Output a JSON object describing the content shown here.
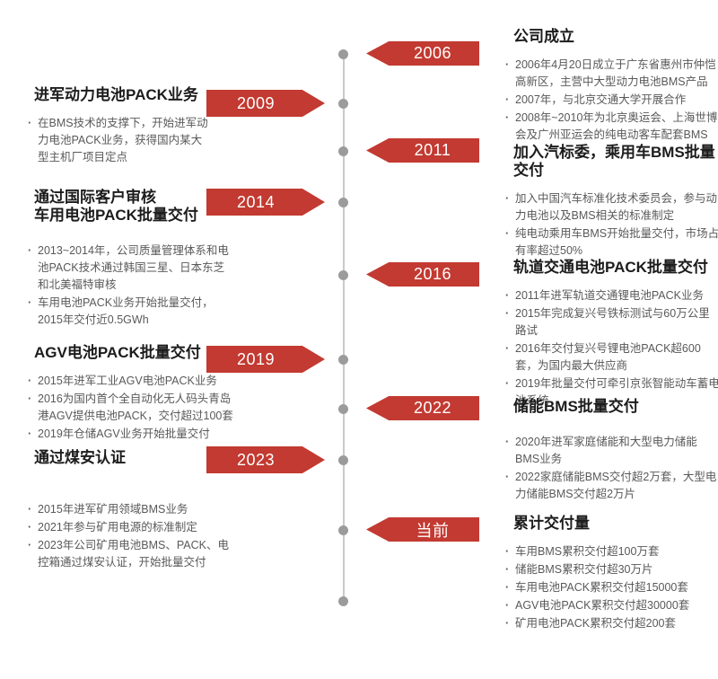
{
  "colors": {
    "accent_red": "#c23a31",
    "timeline_line": "#c9c9c9",
    "timeline_dot": "#9b9b9b",
    "title_text": "#1c1c1c",
    "body_text": "#595959",
    "year_text": "#ffffff"
  },
  "timeline": {
    "milestones": [
      {
        "year": "2006",
        "side": "right",
        "title": "公司成立",
        "bullets": [
          "2006年4月20日成立于广东省惠州市仲恺高新区，主营中大型动力电池BMS产品",
          "2007年，与北京交通大学开展合作",
          "2008年~2010年为北京奥运会、上海世博会及广州亚运会的纯电动客车配套BMS"
        ]
      },
      {
        "year": "2009",
        "side": "left",
        "title": "进军动力电池PACK业务",
        "bullets": [
          "在BMS技术的支撑下，开始进军动力电池PACK业务，获得国内某大型主机厂项目定点"
        ]
      },
      {
        "year": "2011",
        "side": "right",
        "title": "加入汽标委，乘用车BMS批量交付",
        "bullets": [
          "加入中国汽车标准化技术委员会，参与动力电池以及BMS相关的标准制定",
          "纯电动乘用车BMS开始批量交付，市场占有率超过50%"
        ]
      },
      {
        "year": "2014",
        "side": "left",
        "title": "通过国际客户审核\n车用电池PACK批量交付",
        "bullets": [
          "2013~2014年，公司质量管理体系和电池PACK技术通过韩国三星、日本东芝和北美福特审核",
          "车用电池PACK业务开始批量交付，2015年交付近0.5GWh"
        ]
      },
      {
        "year": "2016",
        "side": "right",
        "title": "轨道交通电池PACK批量交付",
        "bullets": [
          "2011年进军轨道交通锂电池PACK业务",
          "2015年完成复兴号铁标测试与60万公里路试",
          "2016年交付复兴号锂电池PACK超600套，为国内最大供应商",
          "2019年批量交付可牵引京张智能动车蓄电池系统"
        ]
      },
      {
        "year": "2019",
        "side": "left",
        "title": "AGV电池PACK批量交付",
        "bullets": [
          "2015年进军工业AGV电池PACK业务",
          "2016为国内首个全自动化无人码头青岛港AGV提供电池PACK，交付超过100套",
          "2019年仓储AGV业务开始批量交付"
        ]
      },
      {
        "year": "2022",
        "side": "right",
        "title": "储能BMS批量交付",
        "bullets": [
          "2020年进军家庭储能和大型电力储能BMS业务",
          "2022家庭储能BMS交付超2万套，大型电力储能BMS交付超2万片"
        ]
      },
      {
        "year": "2023",
        "side": "left",
        "title": "通过煤安认证",
        "bullets": [
          "2015年进军矿用领域BMS业务",
          "2021年参与矿用电源的标准制定",
          "2023年公司矿用电池BMS、PACK、电控箱通过煤安认证，开始批量交付"
        ]
      },
      {
        "year": "当前",
        "side": "right",
        "title": "累计交付量",
        "bullets": [
          "车用BMS累积交付超100万套",
          "储能BMS累积交付超30万片",
          "车用电池PACK累积交付超15000套",
          "AGV电池PACK累积交付超30000套",
          "矿用电池PACK累积交付超200套"
        ]
      }
    ]
  }
}
